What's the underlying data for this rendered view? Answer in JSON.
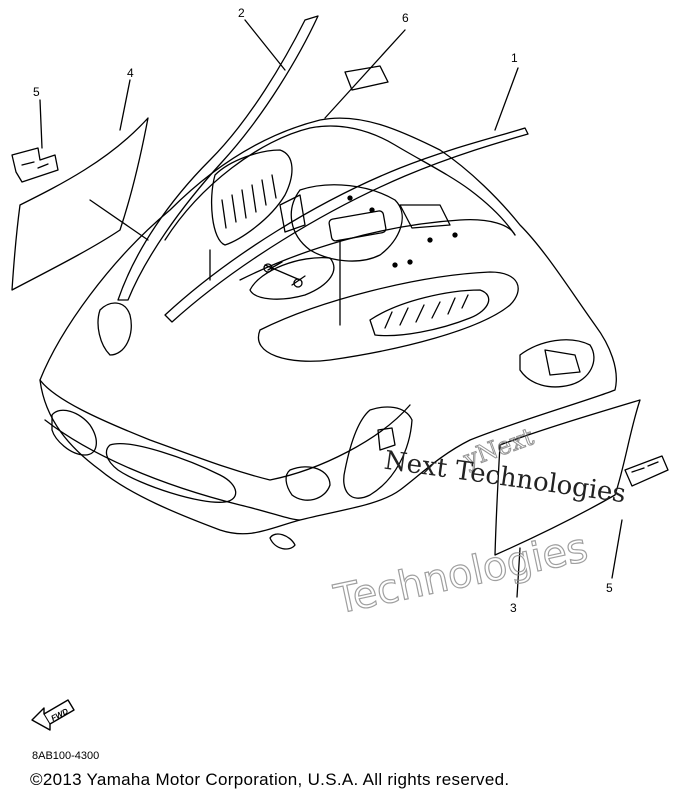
{
  "diagram": {
    "callouts": [
      "1",
      "2",
      "3",
      "4",
      "5",
      "5",
      "6"
    ],
    "watermark": {
      "line1": "yNext",
      "line2": "Technologies",
      "line3": "Next Technologies"
    },
    "fwd_label": "FWD",
    "part_code": "8AB100-4300",
    "copyright": "©2013 Yamaha Motor Corporation, U.S.A. All rights reserved."
  },
  "colors": {
    "line": "#000000",
    "watermark": "#888888",
    "background": "#ffffff"
  }
}
